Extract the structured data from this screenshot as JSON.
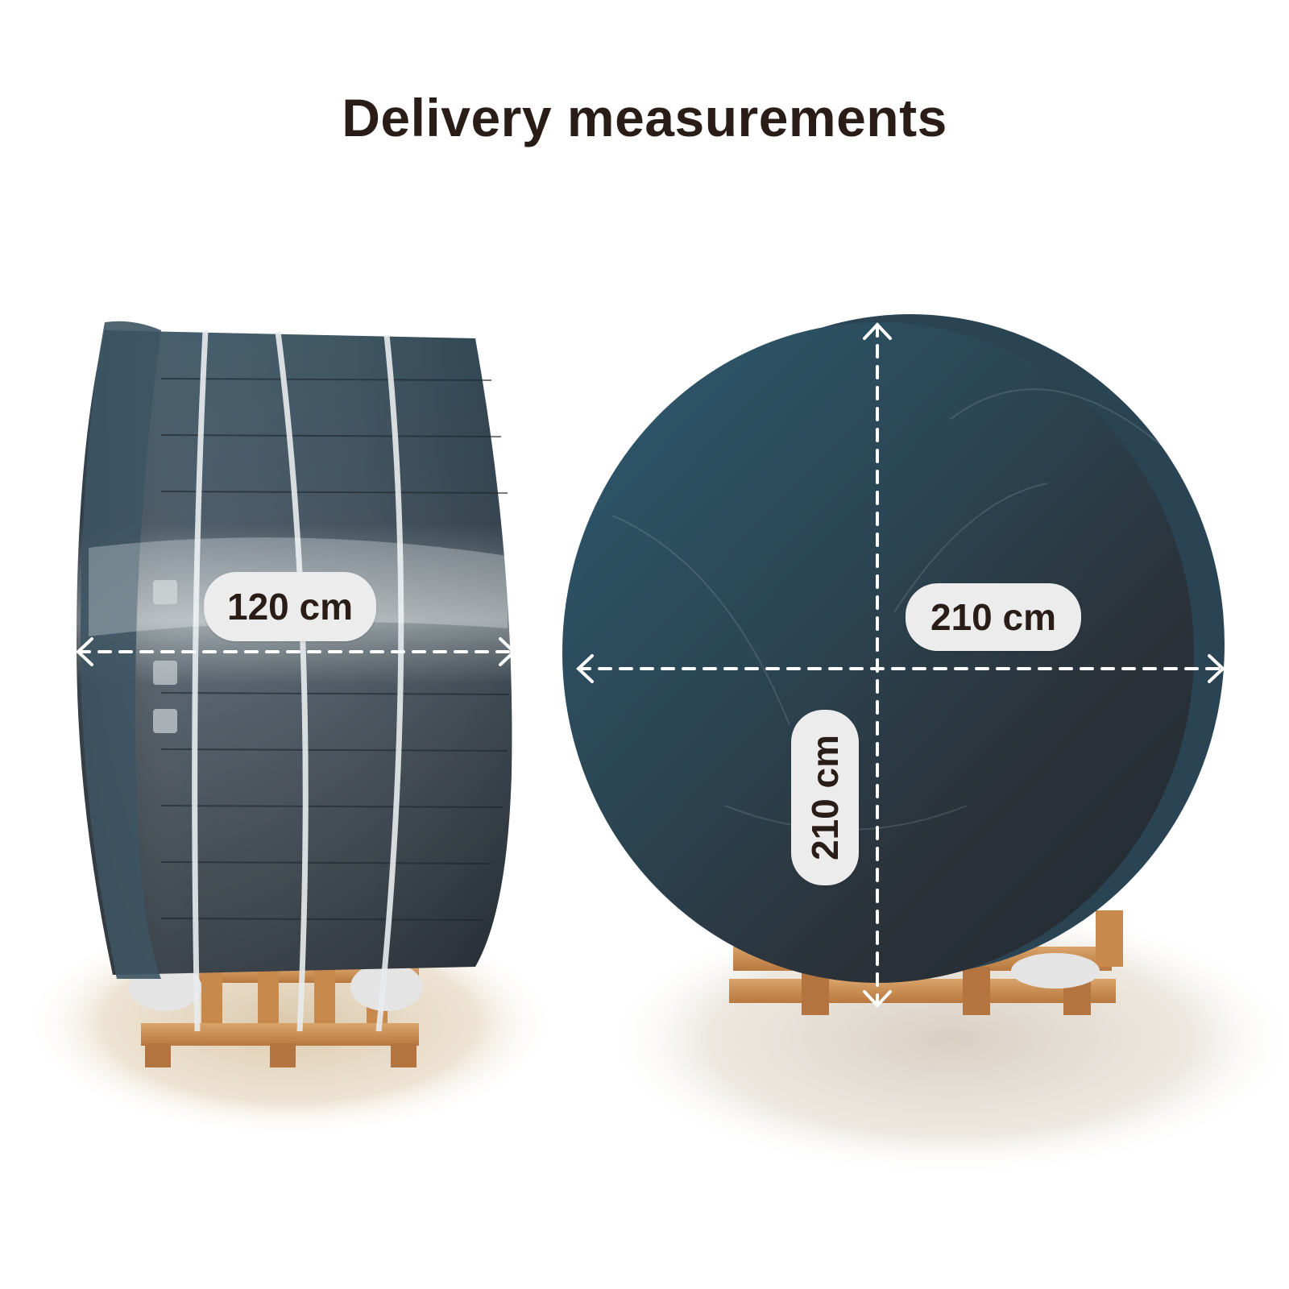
{
  "title": "Delivery measurements",
  "measurements": {
    "depth": "120 cm",
    "width": "210 cm",
    "height": "210 cm"
  },
  "colors": {
    "title": "#2a1d17",
    "pill_background": "#ececec",
    "tub_dark": "#253039",
    "tub_blue": "#2f5568",
    "pallet_wood": "#c78f56",
    "ground": "#e6dac6"
  }
}
